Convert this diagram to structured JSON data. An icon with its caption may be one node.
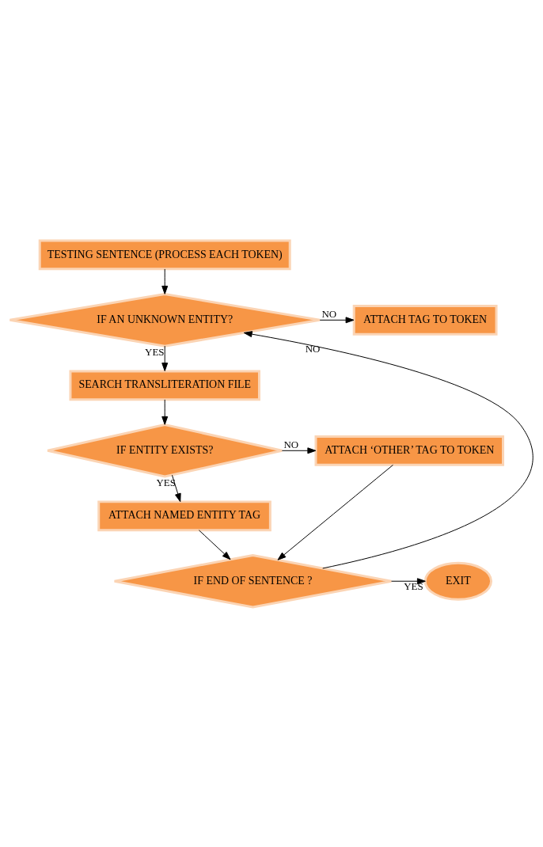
{
  "diagram": {
    "nodes": [
      {
        "text": [
          "TESTING SENTENCE (PROCESS EACH TOKEN)"
        ]
      },
      {
        "text": [
          "IF AN UNKNOWN ENTITY?"
        ]
      },
      {
        "text": [
          "ATTACH TAG TO TOKEN"
        ]
      },
      {
        "text": [
          "SEARCH TRANSLITERATION FILE"
        ]
      },
      {
        "text": [
          "IF ENTITY EXISTS?"
        ]
      },
      {
        "text": [
          "ATTACH ‘OTHER’ TAG TO TOKEN"
        ]
      },
      {
        "text": [
          "ATTACH NAMED ENTITY TAG"
        ]
      },
      {
        "text": [
          "IF END OF SENTENCE ?"
        ]
      },
      {
        "text": [
          "EXIT"
        ]
      }
    ],
    "edges": [
      {
        "from": 0,
        "to": 1,
        "arrow": "to"
      },
      {
        "from": 1,
        "to": 2,
        "arrow": "to",
        "label": "NO"
      },
      {
        "from": 1,
        "to": 3,
        "arrow": "to",
        "label": "YES"
      },
      {
        "from": 3,
        "to": 4,
        "arrow": "to"
      },
      {
        "from": 4,
        "to": 5,
        "arrow": "to",
        "label": "NO"
      },
      {
        "from": 4,
        "to": 6,
        "arrow": "to",
        "label": "YES"
      },
      {
        "from": 6,
        "to": 7,
        "arrow": "to"
      },
      {
        "from": 5,
        "to": 7,
        "arrow": "to"
      },
      {
        "from": 7,
        "to": 1,
        "arrow": "to",
        "label": "NO"
      },
      {
        "from": 7,
        "to": 8,
        "arrow": "to",
        "label": "YES"
      }
    ]
  }
}
